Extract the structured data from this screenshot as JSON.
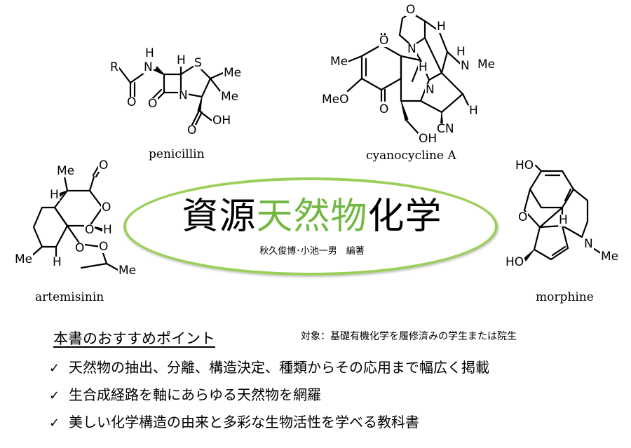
{
  "molecules": {
    "penicillin": {
      "name": "penicillin",
      "atoms": {
        "r": "R",
        "n_amide": "N",
        "h_amide": "H",
        "o_amide": "O",
        "o_lactam": "O",
        "n_ring": "N",
        "s": "S",
        "h_ring": "H",
        "me1": "Me",
        "me2": "Me",
        "oh": "OH",
        "o_acid": "O"
      }
    },
    "cyanocycline": {
      "name": "cyanocycline A",
      "atoms": {
        "o_ox": "O",
        "n_ox": "N",
        "h_top": "H",
        "h_mid": "H",
        "n_bridge": "N",
        "me_n": "Me",
        "h_right": "H",
        "me_q": "Me",
        "o_q1": "O",
        "meo": "MeO",
        "o_q2": "O",
        "h_q": "H",
        "n_ring": "N",
        "cn": "CN",
        "oh": "OH"
      }
    },
    "artemisinin": {
      "name": "artemisinin",
      "atoms": {
        "me_top": "Me",
        "o_carbonyl": "O",
        "h_top": "H",
        "o_lactone": "O",
        "o_peroxy1": "O",
        "h_right": "H",
        "o_peroxy2": "O",
        "me_left": "Me",
        "h_bottom": "H",
        "o_bridge": "O",
        "me_right": "Me"
      }
    },
    "morphine": {
      "name": "morphine",
      "atoms": {
        "ho_top": "HO",
        "o_ether": "O",
        "h_center": "H",
        "n": "N",
        "me": "Me",
        "ho_bottom": "HO"
      }
    }
  },
  "title": {
    "part1": "資源",
    "part2": "天然物",
    "part3": "化学"
  },
  "editors": "秋久俊博･小池一男　編著",
  "points_heading": "本書のおすすめポイント",
  "audience": "対象：基礎有機化学を履修済みの学生または院生",
  "check_mark": "✓",
  "points": [
    "天然物の抽出、分離、構造決定、種類からその応用まで幅広く掲載",
    "生合成経路を軸にあらゆる天然物を網羅",
    "美しい化学構造の由来と多彩な生物活性を学べる教科書"
  ],
  "colors": {
    "ellipse": "#9bcf59",
    "title_green": "#72b843"
  }
}
